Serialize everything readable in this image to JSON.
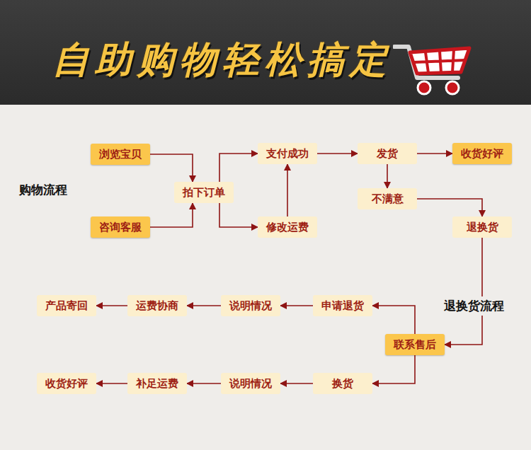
{
  "diagram": {
    "title": "自助购物轻松搞定",
    "nodes": [
      {
        "text": [
          "浏览宝贝"
        ]
      },
      {
        "text": [
          "咨询客服"
        ]
      },
      {
        "text": [
          "拍下订单"
        ]
      },
      {
        "text": [
          "支付成功"
        ]
      },
      {
        "text": [
          "修改运费"
        ]
      },
      {
        "text": [
          "发货"
        ]
      },
      {
        "text": [
          "收货好评"
        ]
      },
      {
        "text": [
          "不满意"
        ]
      },
      {
        "text": [
          "退换货"
        ]
      },
      {
        "text": [
          "联系售后"
        ]
      },
      {
        "text": [
          "申请退货"
        ]
      },
      {
        "text": [
          "说明情况"
        ]
      },
      {
        "text": [
          "运费协商"
        ]
      },
      {
        "text": [
          "产品寄回"
        ]
      },
      {
        "text": [
          "换货"
        ]
      },
      {
        "text": [
          "说明情况"
        ]
      },
      {
        "text": [
          "补足运费"
        ]
      },
      {
        "text": [
          "收货好评"
        ]
      }
    ],
    "edges": [
      {
        "from": 0,
        "to": 2,
        "arrow": "to"
      },
      {
        "from": 1,
        "to": 2,
        "arrow": "to"
      },
      {
        "from": 2,
        "to": 3,
        "arrow": "to"
      },
      {
        "from": 2,
        "to": 4,
        "arrow": "to"
      },
      {
        "from": 4,
        "to": 3,
        "arrow": "to"
      },
      {
        "from": 3,
        "to": 5,
        "arrow": "to"
      },
      {
        "from": 5,
        "to": 6,
        "arrow": "to"
      },
      {
        "from": 5,
        "to": 7,
        "arrow": "to"
      },
      {
        "from": 7,
        "to": 8,
        "arrow": "to"
      },
      {
        "from": 8,
        "to": 9,
        "arrow": "to"
      },
      {
        "from": 9,
        "to": 10,
        "arrow": "to"
      },
      {
        "from": 10,
        "to": 11,
        "arrow": "to"
      },
      {
        "from": 11,
        "to": 12,
        "arrow": "to"
      },
      {
        "from": 12,
        "to": 13,
        "arrow": "to"
      },
      {
        "from": 9,
        "to": 14,
        "arrow": "to"
      },
      {
        "from": 14,
        "to": 15,
        "arrow": "to"
      },
      {
        "from": 15,
        "to": 16,
        "arrow": "to"
      },
      {
        "from": 16,
        "to": 17,
        "arrow": "to"
      }
    ],
    "labels": [
      "购物流程",
      "退换货流程"
    ]
  }
}
